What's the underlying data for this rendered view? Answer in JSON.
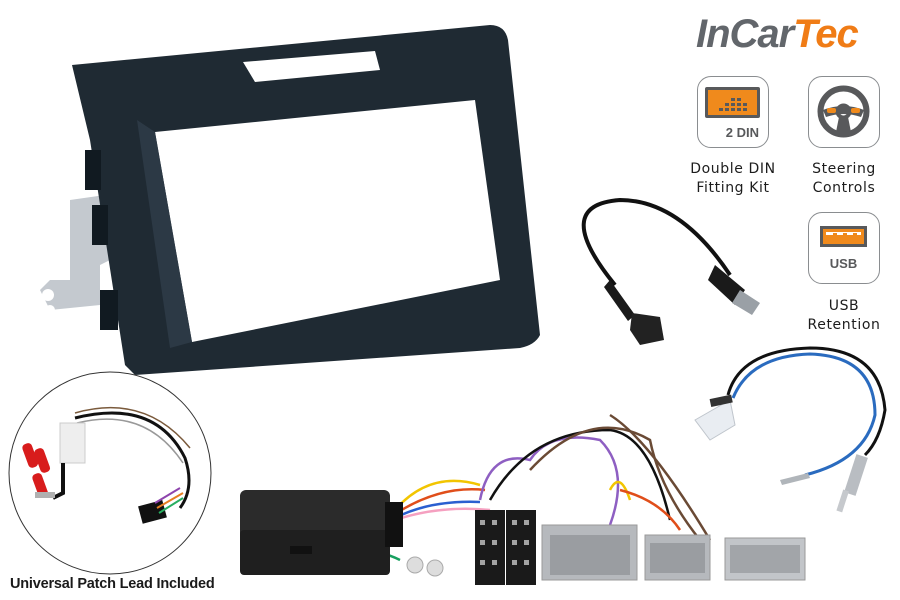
{
  "brand": {
    "logo_part1": "InCar",
    "logo_part2": "Tec",
    "colors": {
      "grey": "#62666b",
      "orange": "#f07c16"
    }
  },
  "features": [
    {
      "icon": "double-din-icon",
      "badge_text": "2 DIN",
      "label_line1": "Double DIN",
      "label_line2": "Fitting Kit"
    },
    {
      "icon": "steering-wheel-icon",
      "label_line1": "Steering",
      "label_line2": "Controls"
    },
    {
      "icon": "usb-icon",
      "badge_text": "USB",
      "label_line1": "USB",
      "label_line2": "Retention"
    }
  ],
  "products": [
    {
      "name": "Double DIN fascia panel (black) with metal side brackets"
    },
    {
      "name": "USB retention adapter cable"
    },
    {
      "name": "Aerial adapter lead"
    },
    {
      "name": "Steering control interface box with ISO wiring harness and vehicle connectors"
    },
    {
      "name": "Universal patch lead"
    }
  ],
  "inset": {
    "caption": "Universal Patch Lead Included"
  }
}
